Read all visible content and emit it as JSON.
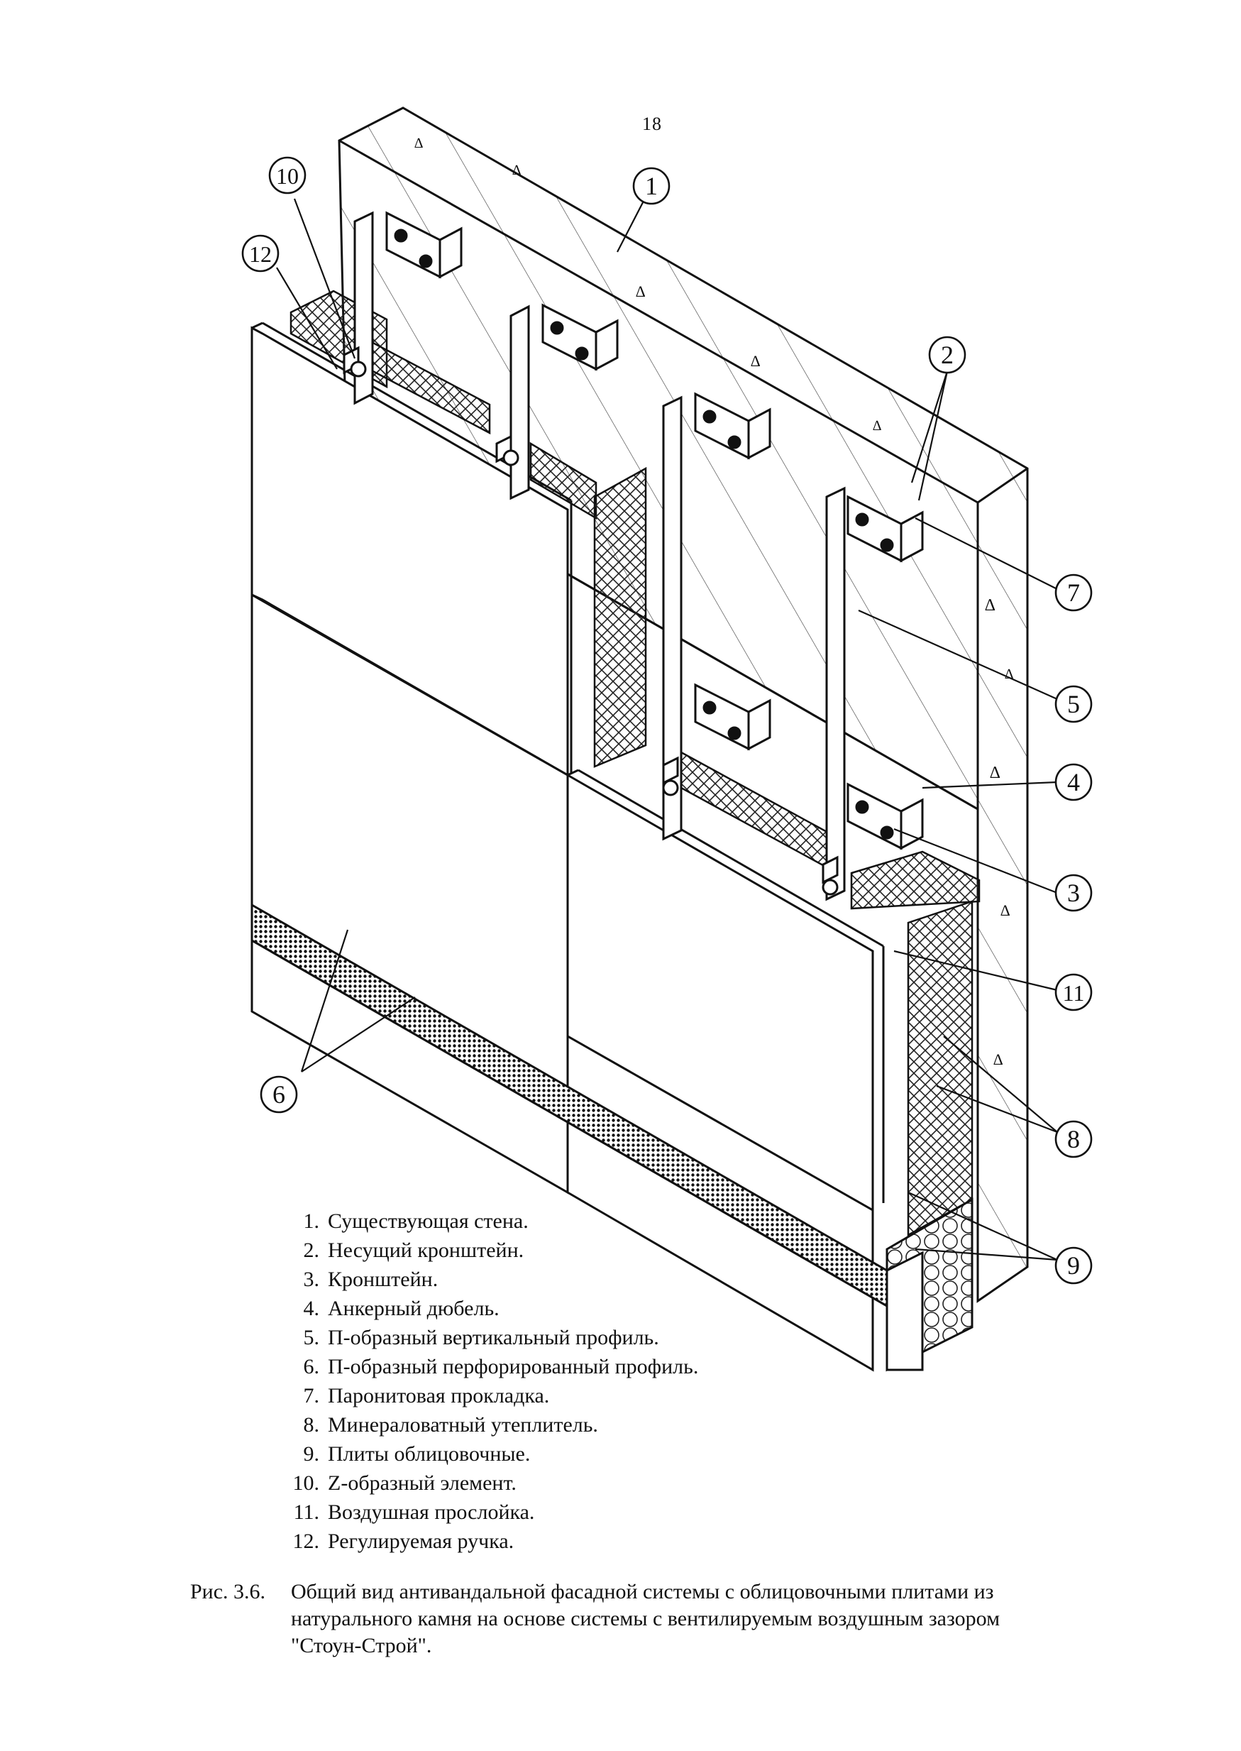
{
  "page_number": "18",
  "callouts": [
    "1",
    "2",
    "3",
    "4",
    "5",
    "6",
    "7",
    "8",
    "9",
    "10",
    "11",
    "12"
  ],
  "legend": [
    {
      "num": "1.",
      "text": "Существующая стена."
    },
    {
      "num": "2.",
      "text": "Несущий кронштейн."
    },
    {
      "num": "3.",
      "text": "Кронштейн."
    },
    {
      "num": "4.",
      "text": "Анкерный дюбель."
    },
    {
      "num": "5.",
      "text": "П-образный вертикальный профиль."
    },
    {
      "num": "6.",
      "text": "П-образный перфорированный профиль."
    },
    {
      "num": "7.",
      "text": "Паронитовая прокладка."
    },
    {
      "num": "8.",
      "text": "Минераловатный утеплитель."
    },
    {
      "num": "9.",
      "text": "Плиты облицовочные."
    },
    {
      "num": "10.",
      "text": "Z-образный элемент."
    },
    {
      "num": "11.",
      "text": "Воздушная прослойка."
    },
    {
      "num": "12.",
      "text": "Регулируемая ручка."
    }
  ],
  "caption": {
    "lead": "Рис. 3.6.",
    "text": "Общий вид антивандальной фасадной системы с облицовочными плитами из натурального камня на основе системы с вентилируемым воздушным зазором \"Стоун-Строй\"."
  }
}
